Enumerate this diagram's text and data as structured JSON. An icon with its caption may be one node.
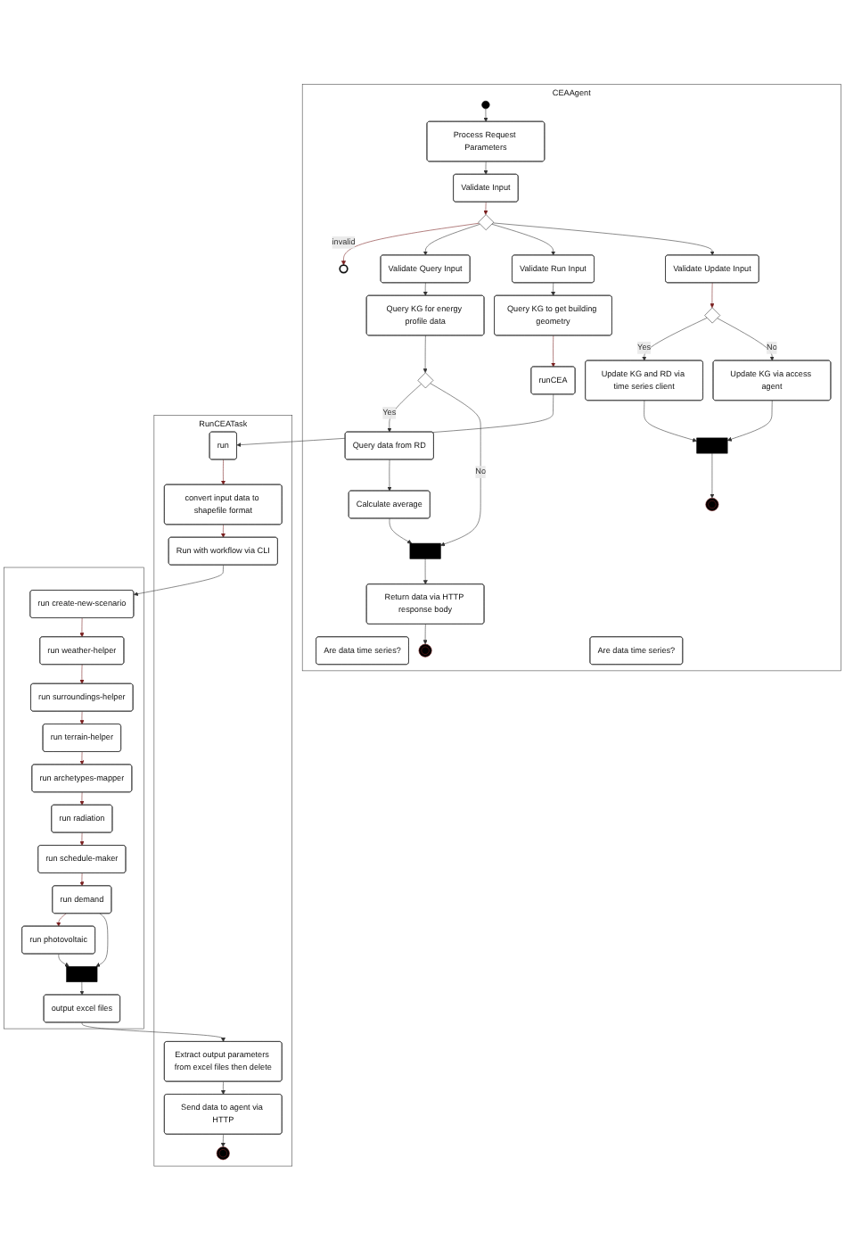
{
  "diagram": {
    "nodes": [
      {
        "text": [
          "CEAAgent"
        ]
      },
      {
        "text": [],
        "shape": "circle",
        "in": 0
      },
      {
        "text": [
          "Process Request Parameters"
        ],
        "in": 0
      },
      {
        "text": [
          "Validate Input"
        ],
        "in": 0
      },
      {
        "text": [],
        "shape": "diamond",
        "in": 0
      },
      {
        "text": [],
        "shape": "circle",
        "in": 0
      },
      {
        "text": [
          "Validate Query Input"
        ],
        "in": 0
      },
      {
        "text": [
          "Query KG for energy profile data"
        ],
        "in": 0
      },
      {
        "text": [
          "Are data time series?"
        ],
        "in": 0
      },
      {
        "text": [],
        "shape": "diamond",
        "in": 0
      },
      {
        "text": [
          "Query data from RD"
        ],
        "in": 0
      },
      {
        "text": [
          "Calculate average"
        ],
        "in": 0
      },
      {
        "text": [],
        "shape": "bar",
        "in": 0
      },
      {
        "text": [
          "Return data via HTTP response body"
        ],
        "in": 0
      },
      {
        "text": [],
        "shape": "circle",
        "in": 0
      },
      {
        "text": [
          "Validate Run Input"
        ],
        "in": 0
      },
      {
        "text": [
          "Query KG to get building geometry"
        ],
        "in": 0
      },
      {
        "text": [
          "runCEA"
        ],
        "in": 0
      },
      {
        "text": [
          "Validate Update Input"
        ],
        "in": 0
      },
      {
        "text": [
          "Are data time series?"
        ],
        "in": 0
      },
      {
        "text": [],
        "shape": "diamond",
        "in": 0
      },
      {
        "text": [
          "Update KG and RD via time series client"
        ],
        "in": 0
      },
      {
        "text": [
          "Update KG via access agent"
        ],
        "in": 0
      },
      {
        "text": [],
        "shape": "bar",
        "in": 0
      },
      {
        "text": [],
        "shape": "circle",
        "in": 0
      },
      {
        "text": [
          "RunCEATask"
        ]
      },
      {
        "text": [
          "run"
        ],
        "in": 25
      },
      {
        "text": [
          "convert input data to shapefile format"
        ],
        "in": 25
      },
      {
        "text": [
          "Run with workflow via CLI"
        ],
        "in": 25
      },
      {
        "text": [
          "Extract output parameters from excel files then delete"
        ],
        "in": 25
      },
      {
        "text": [
          "Send data to agent via HTTP"
        ],
        "in": 25
      },
      {
        "text": [],
        "shape": "circle",
        "in": 25
      },
      {
        "text": [],
        "shape": "box"
      },
      {
        "text": [
          "run create-new-scenario"
        ],
        "in": 32
      },
      {
        "text": [
          "run weather-helper"
        ],
        "in": 32
      },
      {
        "text": [
          "run surroundings-helper"
        ],
        "in": 32
      },
      {
        "text": [
          "run terrain-helper"
        ],
        "in": 32
      },
      {
        "text": [
          "run archetypes-mapper"
        ],
        "in": 32
      },
      {
        "text": [
          "run radiation"
        ],
        "in": 32
      },
      {
        "text": [
          "run schedule-maker"
        ],
        "in": 32
      },
      {
        "text": [
          "run demand"
        ],
        "in": 32
      },
      {
        "text": [
          "run photovoltaic"
        ],
        "in": 32
      },
      {
        "text": [],
        "shape": "bar",
        "in": 32
      },
      {
        "text": [
          "output excel files"
        ],
        "in": 32
      }
    ],
    "edges": [
      {
        "from": 1,
        "to": 2,
        "arrow": "to"
      },
      {
        "from": 2,
        "to": 3,
        "arrow": "to"
      },
      {
        "from": 3,
        "to": 4,
        "arrow": "to",
        "color": "#7a1f1f"
      },
      {
        "from": 4,
        "to": 5,
        "label": "invalid",
        "arrow": "to",
        "color": "#7a1f1f"
      },
      {
        "from": 4,
        "to": 6,
        "arrow": "to"
      },
      {
        "from": 4,
        "to": 15,
        "arrow": "to"
      },
      {
        "from": 4,
        "to": 18,
        "arrow": "to"
      },
      {
        "from": 6,
        "to": 7,
        "arrow": "to"
      },
      {
        "from": 7,
        "to": 9,
        "arrow": "to"
      },
      {
        "from": 9,
        "to": 10,
        "label": "Yes",
        "arrow": "to"
      },
      {
        "from": 10,
        "to": 11,
        "arrow": "to"
      },
      {
        "from": 11,
        "to": 12,
        "arrow": "to"
      },
      {
        "from": 9,
        "to": 12,
        "label": "No",
        "arrow": "to"
      },
      {
        "from": 12,
        "to": 13,
        "arrow": "to"
      },
      {
        "from": 13,
        "to": 14,
        "arrow": "to"
      },
      {
        "from": 15,
        "to": 16,
        "arrow": "to"
      },
      {
        "from": 16,
        "to": 17,
        "arrow": "to",
        "color": "#7a1f1f"
      },
      {
        "from": 18,
        "to": 20,
        "arrow": "to",
        "color": "#7a1f1f"
      },
      {
        "from": 20,
        "to": 21,
        "label": "Yes",
        "arrow": "to"
      },
      {
        "from": 20,
        "to": 22,
        "label": "No",
        "arrow": "to"
      },
      {
        "from": 21,
        "to": 23,
        "arrow": "to"
      },
      {
        "from": 22,
        "to": 23,
        "arrow": "to"
      },
      {
        "from": 23,
        "to": 24,
        "arrow": "to"
      },
      {
        "from": 17,
        "to": 26,
        "arrow": "to"
      },
      {
        "from": 26,
        "to": 27,
        "arrow": "to",
        "color": "#7a1f1f"
      },
      {
        "from": 27,
        "to": 28,
        "arrow": "to",
        "color": "#7a1f1f"
      },
      {
        "from": 28,
        "to": 33,
        "arrow": "to"
      },
      {
        "from": 33,
        "to": 34,
        "arrow": "to",
        "color": "#7a1f1f"
      },
      {
        "from": 34,
        "to": 35,
        "arrow": "to",
        "color": "#7a1f1f"
      },
      {
        "from": 35,
        "to": 36,
        "arrow": "to",
        "color": "#7a1f1f"
      },
      {
        "from": 36,
        "to": 37,
        "arrow": "to",
        "color": "#7a1f1f"
      },
      {
        "from": 37,
        "to": 38,
        "arrow": "to",
        "color": "#7a1f1f"
      },
      {
        "from": 38,
        "to": 39,
        "arrow": "to",
        "color": "#7a1f1f"
      },
      {
        "from": 39,
        "to": 40,
        "arrow": "to",
        "color": "#7a1f1f"
      },
      {
        "from": 40,
        "to": 41,
        "arrow": "to",
        "color": "#7a1f1f"
      },
      {
        "from": 40,
        "to": 42,
        "arrow": "to"
      },
      {
        "from": 41,
        "to": 42,
        "arrow": "to"
      },
      {
        "from": 42,
        "to": 43,
        "arrow": "to"
      },
      {
        "from": 43,
        "to": 29,
        "arrow": "to"
      },
      {
        "from": 29,
        "to": 30,
        "arrow": "to"
      },
      {
        "from": 30,
        "to": 31,
        "arrow": "to"
      }
    ]
  }
}
